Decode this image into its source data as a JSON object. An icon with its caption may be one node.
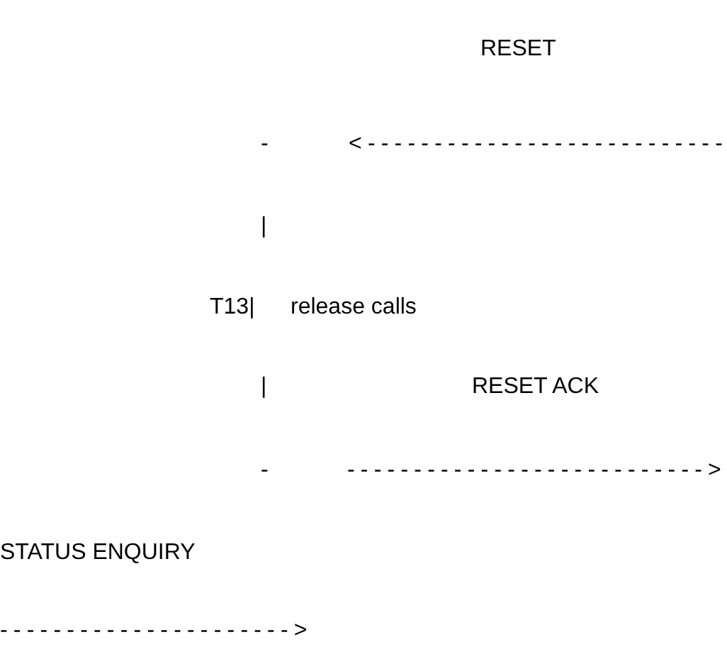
{
  "diagram": {
    "labels": [
      "RESET",
      "-",
      "<---------------------------",
      "|",
      "T13|",
      "release calls",
      "|",
      "RESET ACK",
      "-",
      "--------------------------->",
      "STATUS ENQUIRY",
      "---------------------->"
    ]
  }
}
